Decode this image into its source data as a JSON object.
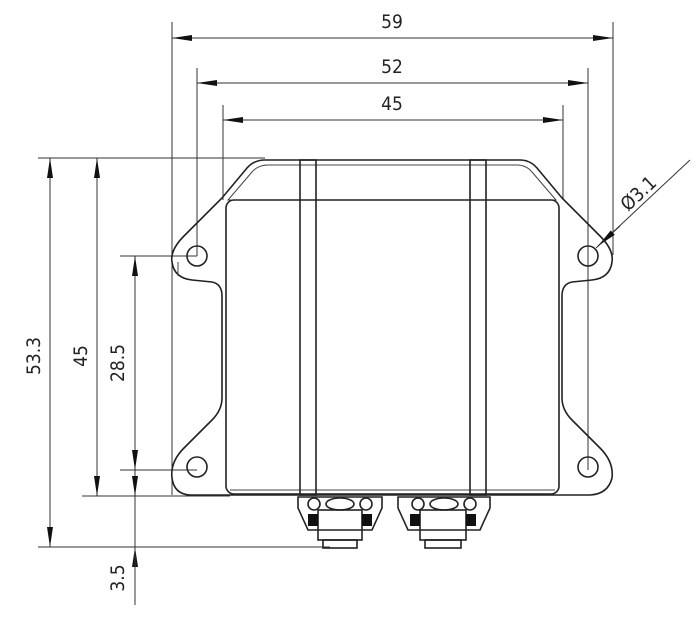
{
  "drawing": {
    "dimensions": {
      "overall_width": "59",
      "hole_spacing_width": "52",
      "body_width": "45",
      "overall_height": "53.3",
      "body_height": "45",
      "hole_spacing_height": "28.5",
      "connector_offset": "3.5",
      "hole_diameter": "Ø3.1"
    }
  }
}
